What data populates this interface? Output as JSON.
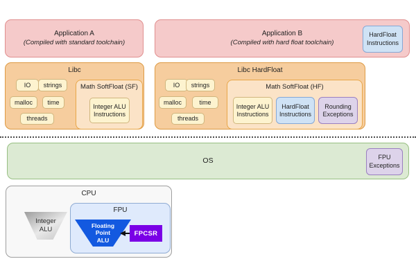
{
  "app_a": {
    "title": "Application A",
    "subtitle": "(Compiled with standard toolchain)"
  },
  "app_b": {
    "title": "Application B",
    "subtitle": "(Compiled with hard float toolchain)",
    "hardfloat_badge": "HardFloat\nInstructions"
  },
  "libc": {
    "title": "Libc",
    "chips": [
      "IO",
      "strings",
      "malloc",
      "time",
      "threads"
    ],
    "math": {
      "title": "Math SoftFloat (SF)",
      "items": [
        "Integer ALU\nInstructions"
      ]
    }
  },
  "libc_hardfloat": {
    "title": "Libc HardFloat",
    "chips": [
      "IO",
      "strings",
      "malloc",
      "time",
      "threads"
    ],
    "math": {
      "title": "Math SoftFloat (HF)",
      "items": [
        "Integer ALU\nInstructions",
        "HardFloat\nInstructions",
        "Rounding\nExceptions"
      ]
    }
  },
  "os": {
    "title": "OS",
    "fpu_exceptions_badge": "FPU\nExceptions"
  },
  "cpu": {
    "title": "CPU",
    "integer_alu": "Integer\nALU",
    "fpu": {
      "title": "FPU",
      "fp_alu": "Floating\nPoint\nALU",
      "fpcsr": "FPCSR"
    }
  },
  "colors": {
    "application_fill": "#f5caca",
    "application_border": "#e08e8e",
    "libc_fill": "#f6cd9e",
    "libc_border": "#dd9a44",
    "math_fill": "#fbe3c7",
    "chip_fill": "#fdf3cf",
    "chip_border": "#d0b67e",
    "blue_chip_fill": "#cfe2f5",
    "purple_chip_fill": "#ddd3ea",
    "os_fill": "#dcead3",
    "os_border": "#97bf82",
    "cpu_fill": "#f8f8f8",
    "fpu_fill": "#dfeafc",
    "fp_alu_fill": "#1359e0",
    "fpcsr_fill": "#7a00e6"
  }
}
